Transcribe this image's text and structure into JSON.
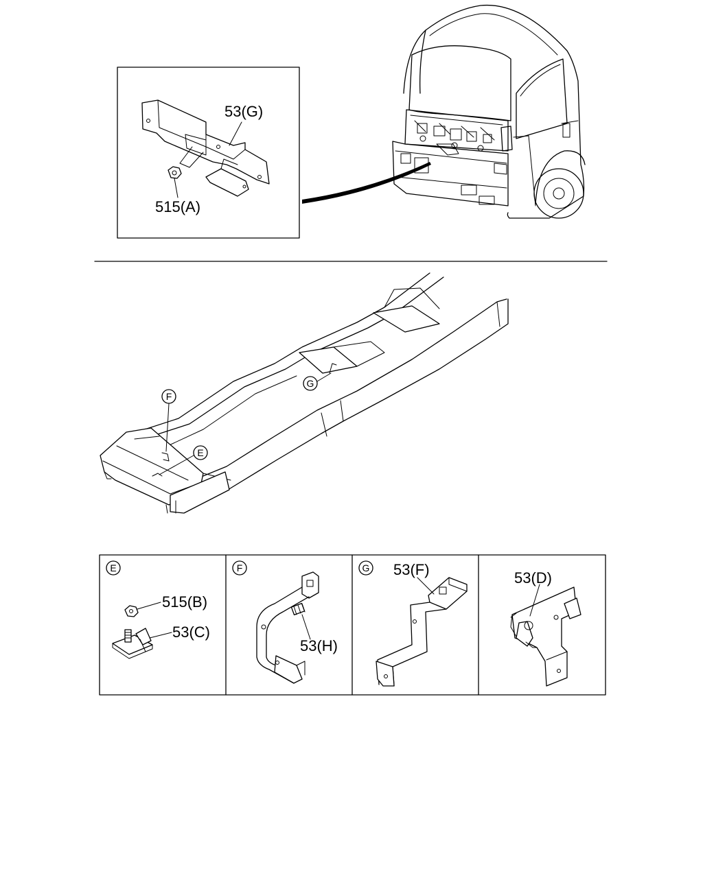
{
  "callouts": {
    "part_53G": "53(G)",
    "part_515A": "515(A)",
    "part_515B": "515(B)",
    "part_53C": "53(C)",
    "part_53H": "53(H)",
    "part_53F": "53(F)",
    "part_53D": "53(D)"
  },
  "locators": {
    "E": "E",
    "F": "F",
    "G": "G"
  },
  "panels": [
    {
      "locator": "E"
    },
    {
      "locator": "F"
    },
    {
      "locator": "G"
    },
    {
      "locator": ""
    }
  ]
}
